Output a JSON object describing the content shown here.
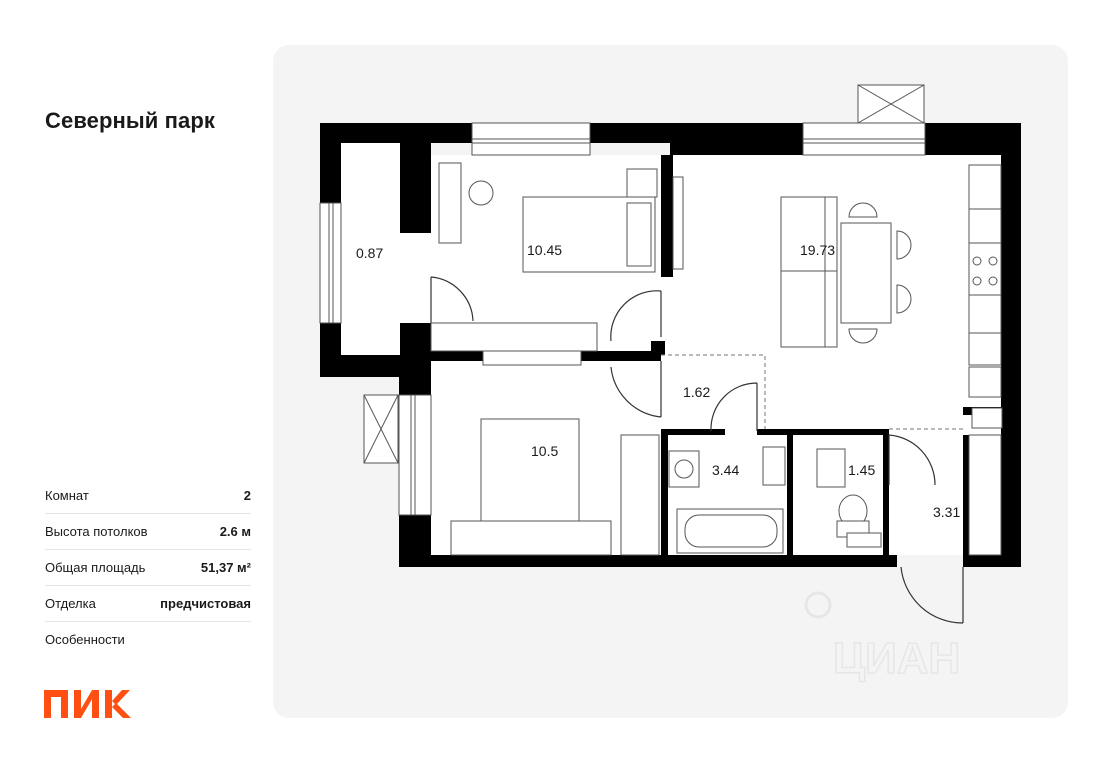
{
  "header": {
    "project_name": "Северный парк"
  },
  "specs": [
    {
      "label": "Комнат",
      "value": "2"
    },
    {
      "label": "Высота потолков",
      "value": "2.6 м"
    },
    {
      "label": "Общая площадь",
      "value": "51,37 м²"
    },
    {
      "label": "Отделка",
      "value": "предчистовая"
    },
    {
      "label": "Особенности",
      "value": ""
    }
  ],
  "brand": {
    "logo_text": "ПИК",
    "logo_color": "#ff4f12"
  },
  "plan": {
    "rooms": {
      "balcony": "0.87",
      "bedroom_1": "10.45",
      "living_kitchen": "19.73",
      "corridor": "1.62",
      "bedroom_2": "10.5",
      "bathroom": "3.44",
      "toilet": "1.45",
      "hall": "3.31"
    },
    "watermark": "ЦИАН",
    "wall_color": "#000000",
    "floor_color": "#ffffff"
  }
}
